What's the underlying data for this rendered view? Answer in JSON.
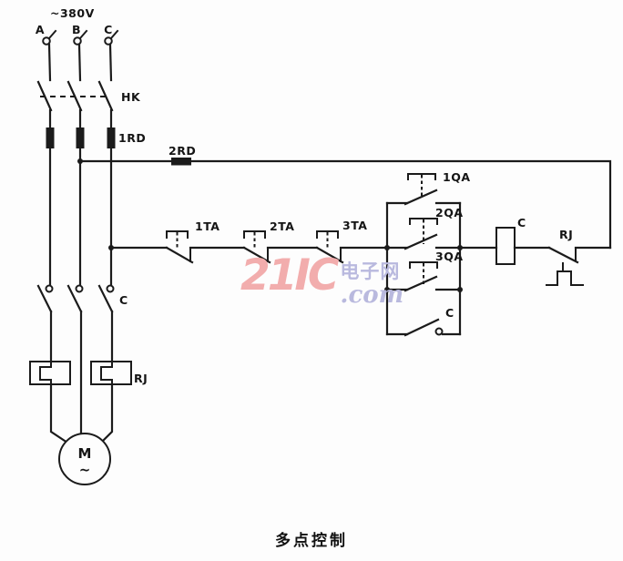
{
  "diagram": {
    "supply_label": "~380V",
    "phase_a": "A",
    "phase_b": "B",
    "phase_c": "C",
    "knife_switch": "HK",
    "main_fuse": "1RD",
    "control_fuse": "2RD",
    "stop_buttons": [
      "1TA",
      "2TA",
      "3TA"
    ],
    "start_buttons": [
      "1QA",
      "2QA",
      "3QA"
    ],
    "contactor_main": "C",
    "contactor_coil": "C",
    "contactor_aux": "C",
    "thermal_heater": "RJ",
    "thermal_contact": "RJ",
    "motor": "M",
    "motor_ac": "~",
    "caption": "多点控制"
  },
  "watermark": {
    "brand": "21IC",
    "site_cn": "电子网",
    "site_com": ".com"
  },
  "colors": {
    "line": "#1b1b1b",
    "background": "#fdfdfd",
    "watermark_pink": "#f2adad",
    "watermark_blue": "#b9b9de"
  }
}
